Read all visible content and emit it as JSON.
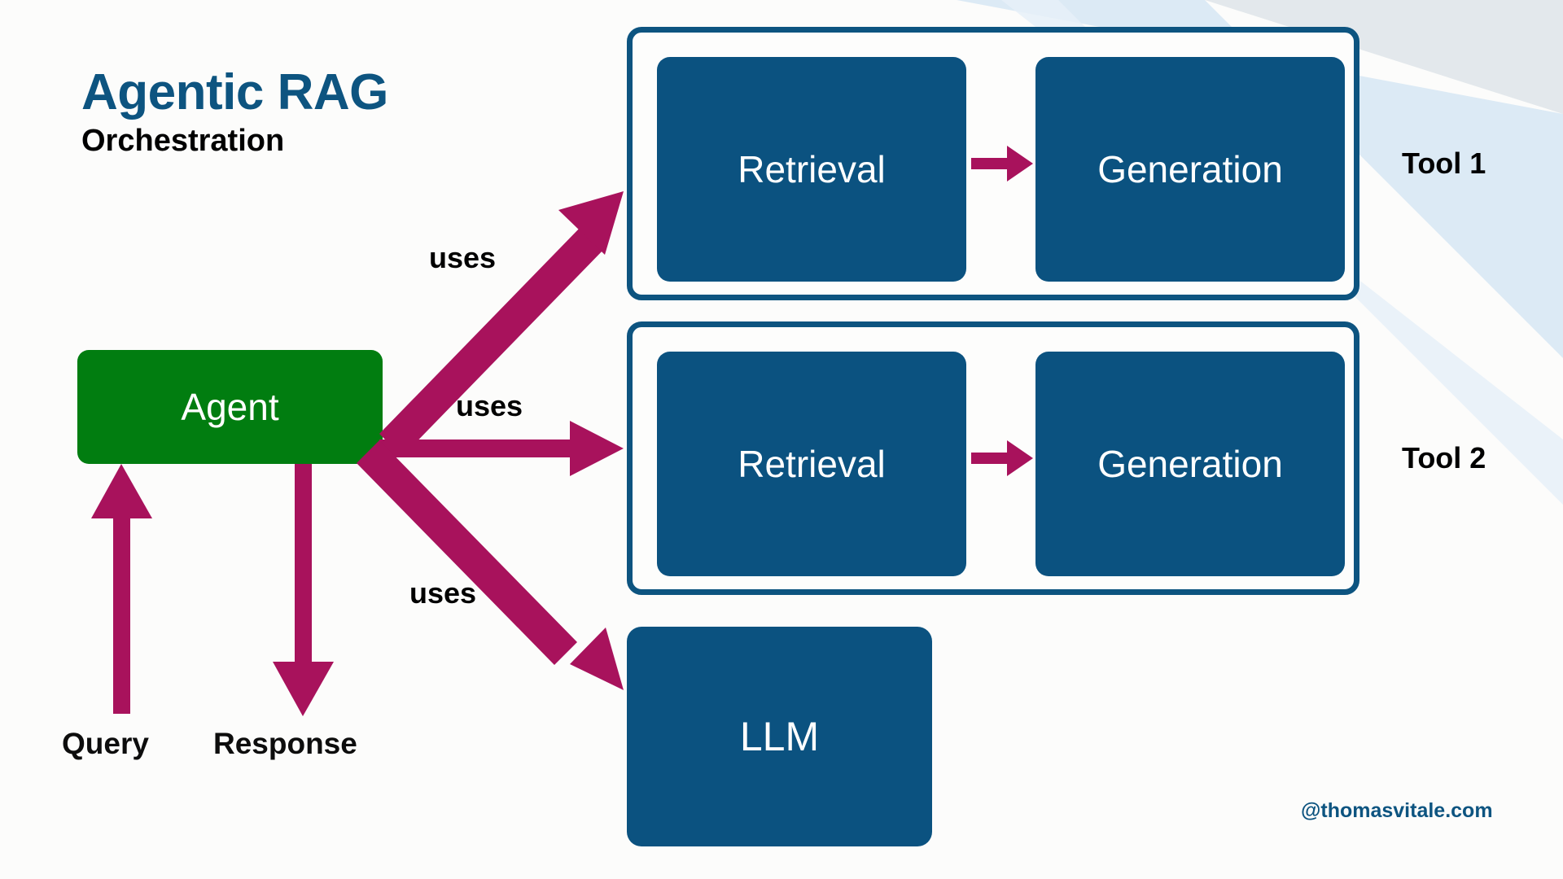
{
  "title": "Agentic RAG",
  "subtitle": "Orchestration",
  "watermark": "@thomasvitale.com",
  "colors": {
    "brand_blue": "#0d5480",
    "box_blue": "#0b5280",
    "agent_green": "#017d10",
    "arrow_magenta": "#a8125c",
    "background": "#fcfcfb",
    "band_light_blue": "#dceaf5",
    "band_grey_blue": "#e3e8ec",
    "text_white": "#ffffff",
    "text_black": "#000000"
  },
  "agent": {
    "label": "Agent"
  },
  "llm": {
    "label": "LLM"
  },
  "tools": [
    {
      "side_label": "Tool 1",
      "stages": [
        {
          "label": "Retrieval"
        },
        {
          "label": "Generation"
        }
      ]
    },
    {
      "side_label": "Tool 2",
      "stages": [
        {
          "label": "Retrieval"
        },
        {
          "label": "Generation"
        }
      ]
    }
  ],
  "edges": [
    {
      "label": "uses",
      "from": "agent",
      "to": "tool-1"
    },
    {
      "label": "uses",
      "from": "agent",
      "to": "tool-2"
    },
    {
      "label": "uses",
      "from": "agent",
      "to": "llm"
    }
  ],
  "io": {
    "query_label": "Query",
    "response_label": "Response"
  }
}
